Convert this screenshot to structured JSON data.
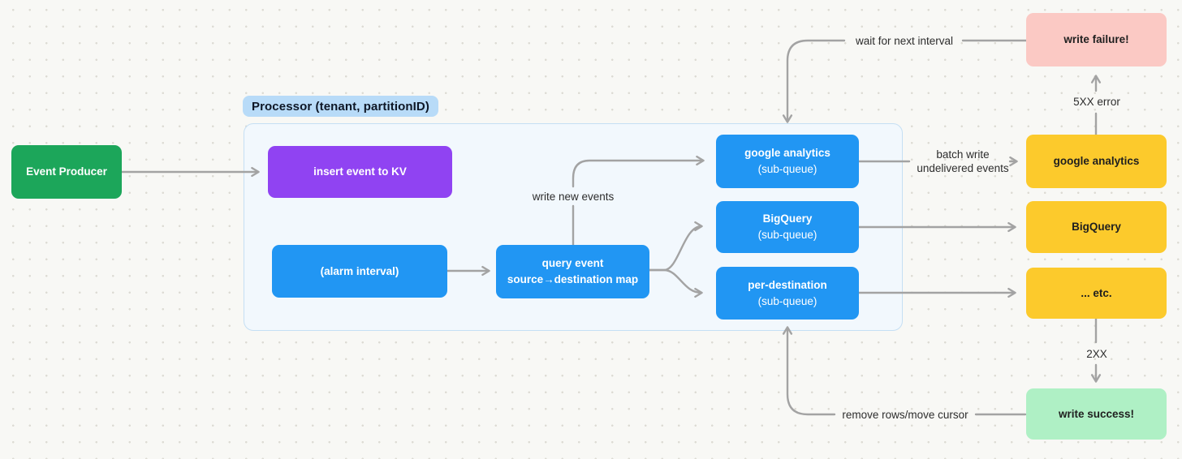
{
  "group": {
    "label": "Processor (tenant, partitionID)"
  },
  "nodes": {
    "event_producer": {
      "label": "Event Producer"
    },
    "insert_kv": {
      "label": "insert event to KV"
    },
    "alarm": {
      "label": "(alarm interval)"
    },
    "query_map": {
      "line1": "query event",
      "line2": "source→destination map"
    },
    "ga_subqueue": {
      "line1": "google analytics",
      "line2": "(sub-queue)"
    },
    "bq_subqueue": {
      "line1": "BigQuery",
      "line2": "(sub-queue)"
    },
    "dest_subqueue": {
      "line1": "per-destination",
      "line2": "(sub-queue)"
    },
    "write_failure": {
      "label": "write failure!"
    },
    "ga_sink": {
      "label": "google analytics"
    },
    "bq_sink": {
      "label": "BigQuery"
    },
    "etc_sink": {
      "label": "... etc."
    },
    "write_success": {
      "label": "write success!"
    }
  },
  "edge_labels": {
    "write_new_events": "write new events",
    "wait_for_next_interval": "wait for next interval",
    "batch_write_line1": "batch write",
    "batch_write_line2": "undelivered events",
    "error_5xx": "5XX error",
    "success_2xx": "2XX",
    "remove_rows": "remove rows/move cursor"
  },
  "palette": {
    "background": "#f8f8f5",
    "dot_grid": "#dddbd4",
    "producer_green": "#1ca65a",
    "kv_purple": "#9043f2",
    "queue_blue": "#2196f3",
    "sink_yellow": "#fcca2c",
    "failure_pink": "#fbc9c4",
    "success_mint": "#aff0c5",
    "group_fill": "#f2f8fd",
    "group_border": "#c5dff4",
    "group_pill": "#b8dbf8",
    "arrow_gray": "#a3a3a3"
  }
}
